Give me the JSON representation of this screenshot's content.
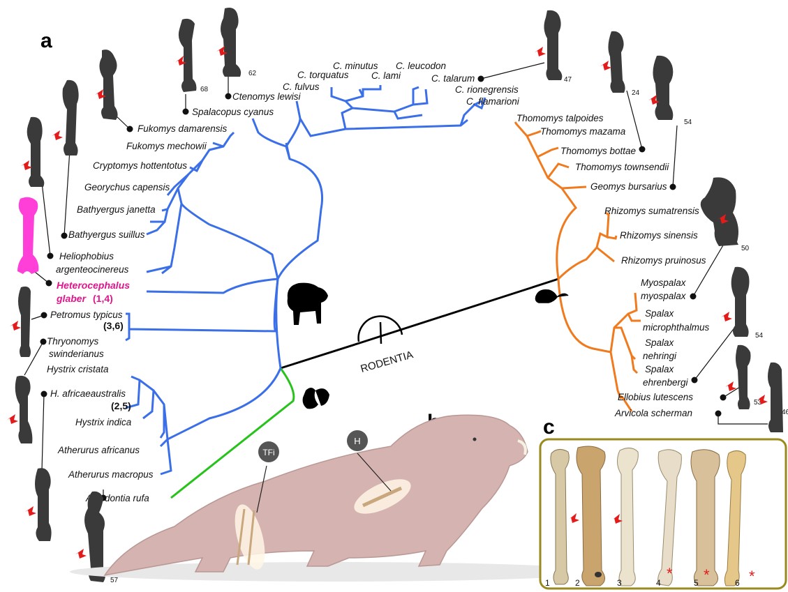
{
  "panels": {
    "a": "a",
    "b": "b",
    "c": "c"
  },
  "root_label": "RODENTIA",
  "hystricomorpha": [
    {
      "id": "fukomys_d",
      "text": "Fukomys damarensis"
    },
    {
      "id": "fukomys_m",
      "text": "Fukomys mechowii"
    },
    {
      "id": "cryptomys",
      "text": "Cryptomys hottentotus"
    },
    {
      "id": "georychus",
      "text": "Georychus capensis"
    },
    {
      "id": "bathyergus_j",
      "text": "Bathyergus janetta"
    },
    {
      "id": "bathyergus_s",
      "text": "Bathyergus suillus"
    },
    {
      "id": "heliophobius1",
      "text": "Heliophobius"
    },
    {
      "id": "heliophobius2",
      "text": "argenteocinereus"
    },
    {
      "id": "petromus",
      "text": "Petromus typicus"
    },
    {
      "id": "thryonomys1",
      "text": "Thryonomys"
    },
    {
      "id": "thryonomys2",
      "text": "swinderianus"
    },
    {
      "id": "hystrix_c",
      "text": "Hystrix cristata"
    },
    {
      "id": "hystrix_a",
      "text": "H. africaeaustralis"
    },
    {
      "id": "hystrix_i",
      "text": "Hystrix indica"
    },
    {
      "id": "atherurus_a",
      "text": "Atherurus africanus"
    },
    {
      "id": "atherurus_m",
      "text": "Atherurus macropus"
    },
    {
      "id": "spalacopus",
      "text": "Spalacopus cyanus"
    },
    {
      "id": "ctenomys_l",
      "text": "Ctenomys lewisi"
    },
    {
      "id": "c_fulvus",
      "text": "C. fulvus"
    },
    {
      "id": "c_torquatus",
      "text": "C. torquatus"
    },
    {
      "id": "c_minutus",
      "text": "C. minutus"
    },
    {
      "id": "c_lami",
      "text": "C. lami"
    },
    {
      "id": "c_leucodon",
      "text": "C. leucodon"
    },
    {
      "id": "c_talarum",
      "text": "C. talarum"
    },
    {
      "id": "c_rionegrensis",
      "text": "C. rionegrensis"
    },
    {
      "id": "c_flamarioni",
      "text": "C. flamarioni"
    }
  ],
  "heterocephalus": {
    "line1": "Heterocephalus",
    "line2": "glaber",
    "note": "(1,4)"
  },
  "notes": {
    "petromus": "(3,6)",
    "hystrix": "(2,5)"
  },
  "myomorpha": [
    {
      "id": "thomomys_t",
      "text": "Thomomys talpoides"
    },
    {
      "id": "thomomys_m",
      "text": "Thomomys mazama"
    },
    {
      "id": "thomomys_b",
      "text": "Thomomys bottae"
    },
    {
      "id": "thomomys_to",
      "text": "Thomomys townsendii"
    },
    {
      "id": "geomys",
      "text": "Geomys bursarius"
    },
    {
      "id": "rhizomys_su",
      "text": "Rhizomys sumatrensis"
    },
    {
      "id": "rhizomys_si",
      "text": "Rhizomys sinensis"
    },
    {
      "id": "rhizomys_p",
      "text": "Rhizomys pruinosus"
    },
    {
      "id": "myospalax1",
      "text": "Myospalax"
    },
    {
      "id": "myospalax2",
      "text": "myospalax"
    },
    {
      "id": "spalax_m1",
      "text": "Spalax"
    },
    {
      "id": "spalax_m2",
      "text": "microphthalmus"
    },
    {
      "id": "spalax_n1",
      "text": "Spalax"
    },
    {
      "id": "spalax_n2",
      "text": "nehringi"
    },
    {
      "id": "spalax_e1",
      "text": "Spalax"
    },
    {
      "id": "spalax_e2",
      "text": "ehrenbergi"
    },
    {
      "id": "ellobius",
      "text": "Ellobius lutescens"
    },
    {
      "id": "arvicola",
      "text": "Arvicola scherman"
    }
  ],
  "aplodontia": "Aplodontia rufa",
  "bone_numbers": {
    "n68": "68",
    "n62": "62",
    "n47": "47",
    "n24": "24",
    "n54a": "54",
    "n50": "50",
    "n54b": "54",
    "n53": "53",
    "n46": "46",
    "n57": "57"
  },
  "labels_b": {
    "tfi": "TFi",
    "h": "H"
  },
  "photo_numbers": [
    "1",
    "2",
    "3",
    "4",
    "5",
    "6"
  ],
  "colors": {
    "hystricomorpha": "#3b6fe8",
    "myomorpha": "#f07a1e",
    "sciuromorpha": "#27c21b",
    "heterocephalus": "#e0168c"
  }
}
